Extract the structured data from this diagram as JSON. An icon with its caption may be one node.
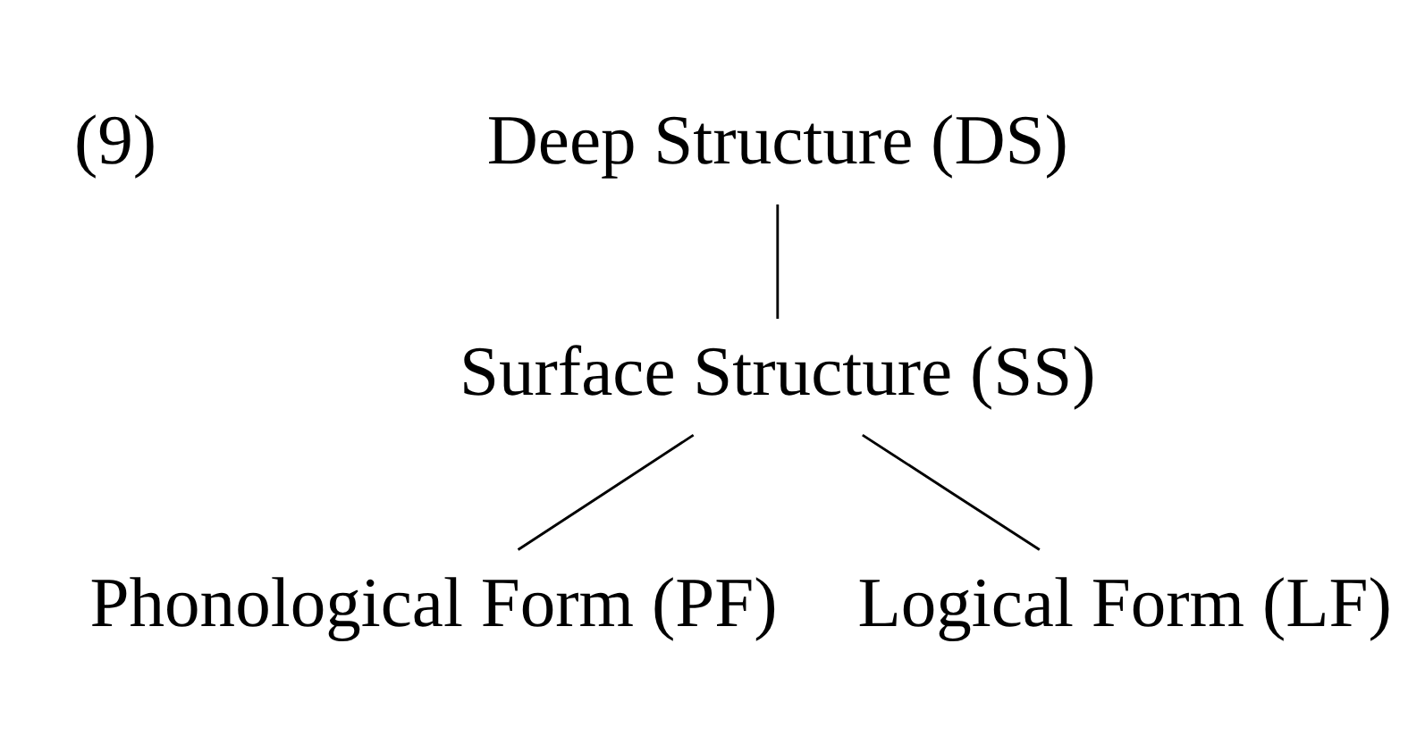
{
  "diagram": {
    "nodes": [
      {
        "text": [
          "Deep Structure (DS)"
        ]
      },
      {
        "text": [
          "Surface Structure (SS)"
        ]
      },
      {
        "text": [
          "Phonological Form (PF)"
        ]
      },
      {
        "text": [
          "Logical Form (LF)"
        ]
      }
    ],
    "edges": [
      {
        "from": 0,
        "to": 1,
        "arrow": "none"
      },
      {
        "from": 1,
        "to": 2,
        "arrow": "none"
      },
      {
        "from": 1,
        "to": 3,
        "arrow": "none"
      }
    ],
    "labels": [
      "(9)"
    ]
  }
}
